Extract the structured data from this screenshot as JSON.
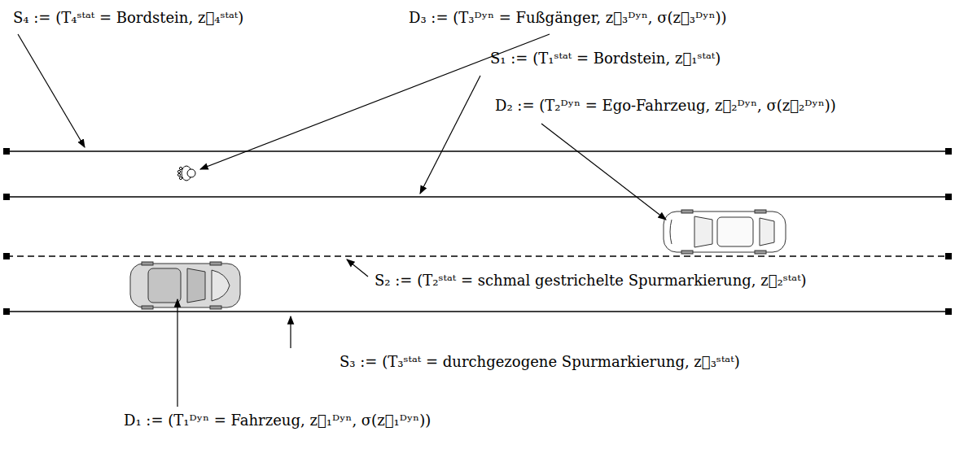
{
  "diagram": {
    "labels": [
      "S₄ := (T₄ˢᵗᵃᵗ = Bordstein, z⃗₄ˢᵗᵃᵗ)",
      "D₃ := (T₃ᴰʸⁿ = Fußgänger, z⃗₃ᴰʸⁿ, σ(z⃗₃ᴰʸⁿ))",
      "S₁ := (T₁ˢᵗᵃᵗ = Bordstein, z⃗₁ˢᵗᵃᵗ)",
      "D₂ := (T₂ᴰʸⁿ = Ego-Fahrzeug, z⃗₂ᴰʸⁿ, σ(z⃗₂ᴰʸⁿ))",
      "S₂ := (T₂ˢᵗᵃᵗ = schmal gestrichelte Spurmarkierung, z⃗₂ˢᵗᵃᵗ)",
      "S₃ := (T₃ˢᵗᵃᵗ = durchgezogene Spurmarkierung, z⃗₃ˢᵗᵃᵗ)",
      "D₁ := (T₁ᴰʸⁿ = Fahrzeug, z⃗₁ᴰʸⁿ, σ(z⃗₁ᴰʸⁿ))"
    ]
  }
}
